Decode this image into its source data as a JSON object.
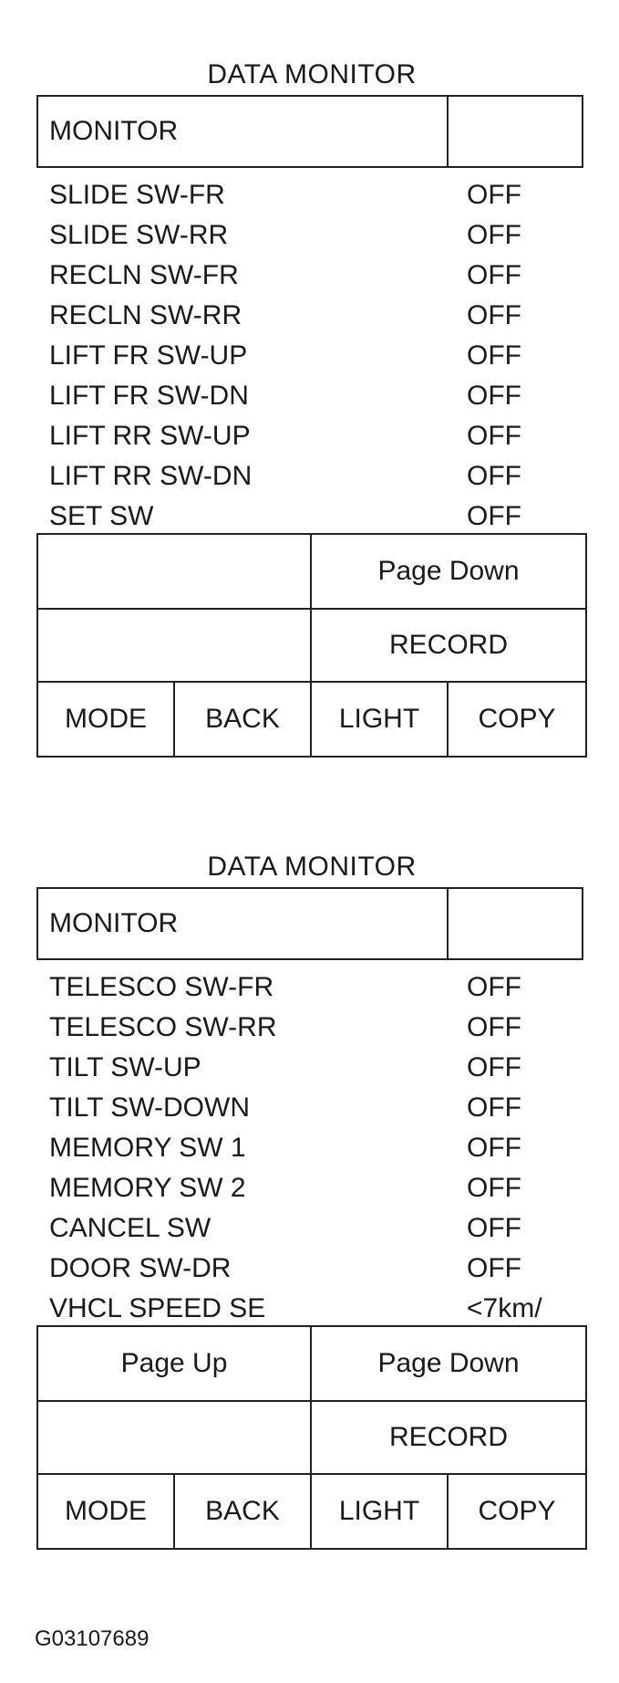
{
  "panels": [
    {
      "title": "DATA MONITOR",
      "header_label": "MONITOR",
      "rows": [
        {
          "name": "SLIDE SW-FR",
          "value": "OFF"
        },
        {
          "name": "SLIDE SW-RR",
          "value": "OFF"
        },
        {
          "name": "RECLN SW-FR",
          "value": "OFF"
        },
        {
          "name": "RECLN SW-RR",
          "value": "OFF"
        },
        {
          "name": "LIFT FR SW-UP",
          "value": "OFF"
        },
        {
          "name": "LIFT FR SW-DN",
          "value": "OFF"
        },
        {
          "name": "LIFT RR SW-UP",
          "value": "OFF"
        },
        {
          "name": "LIFT RR SW-DN",
          "value": "OFF"
        },
        {
          "name": "SET SW",
          "value": "OFF"
        }
      ],
      "buttons": {
        "page_up": "",
        "page_down": "Page Down",
        "record": "RECORD",
        "mode": "MODE",
        "back": "BACK",
        "light": "LIGHT",
        "copy": "COPY"
      }
    },
    {
      "title": "DATA MONITOR",
      "header_label": "MONITOR",
      "rows": [
        {
          "name": "TELESCO SW-FR",
          "value": "OFF"
        },
        {
          "name": "TELESCO SW-RR",
          "value": "OFF"
        },
        {
          "name": "TILT SW-UP",
          "value": "OFF"
        },
        {
          "name": "TILT SW-DOWN",
          "value": "OFF"
        },
        {
          "name": "MEMORY SW 1",
          "value": "OFF"
        },
        {
          "name": "MEMORY SW 2",
          "value": "OFF"
        },
        {
          "name": "CANCEL SW",
          "value": "OFF"
        },
        {
          "name": "DOOR SW-DR",
          "value": "OFF"
        },
        {
          "name": "VHCL SPEED SE",
          "value": "<7km/"
        }
      ],
      "buttons": {
        "page_up": "Page Up",
        "page_down": "Page Down",
        "record": "RECORD",
        "mode": "MODE",
        "back": "BACK",
        "light": "LIGHT",
        "copy": "COPY"
      }
    }
  ],
  "caption": "G03107689"
}
